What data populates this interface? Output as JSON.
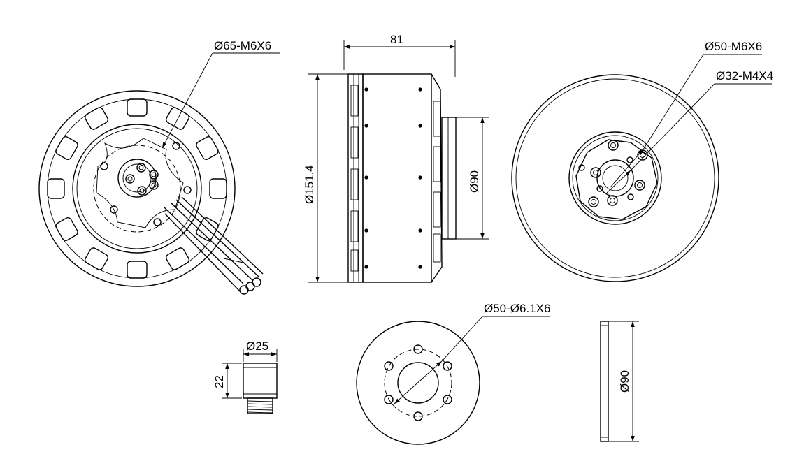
{
  "dimensions": {
    "front_bolt_circle": "Ø65-M6X6",
    "side_length": "81",
    "side_diameter": "Ø151.4",
    "side_flange": "Ø90",
    "rear_bolt_circle_outer": "Ø50-M6X6",
    "rear_bolt_circle_inner": "Ø32-M4X4",
    "adapter_diameter": "Ø25",
    "adapter_height": "22",
    "mount_holes": "Ø50-Ø6.1X6",
    "plate_diameter": "Ø90"
  }
}
